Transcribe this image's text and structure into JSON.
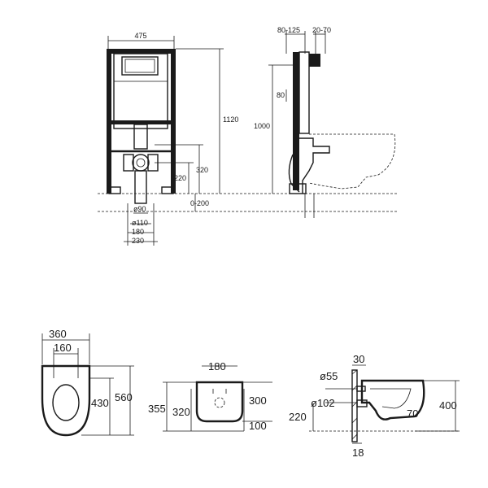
{
  "frame_front": {
    "width": "475",
    "height": "1120",
    "inlet_height": "320",
    "drain_height": "220",
    "floor_range": "0-200",
    "pipe_diameter": "ø90",
    "outlet_diameter": "ø110",
    "spacing_180": "180",
    "spacing_230": "230"
  },
  "frame_side": {
    "depth_range": "80-125",
    "offset_range": "20-70",
    "button_height": "1000",
    "button_offset": "80"
  },
  "bowl_top": {
    "outer_width": "360",
    "bolt_spacing": "160",
    "length_inner": "430",
    "length_outer": "560"
  },
  "bowl_rear": {
    "width": "180",
    "height_355": "355",
    "height_320": "320",
    "height_300": "300",
    "base_100": "100"
  },
  "bowl_side": {
    "wall_offset": "30",
    "inlet_diameter": "ø55",
    "outlet_diameter": "ø102",
    "height_220": "220",
    "height_400": "400",
    "depth_70": "70",
    "depth_18": "18"
  }
}
